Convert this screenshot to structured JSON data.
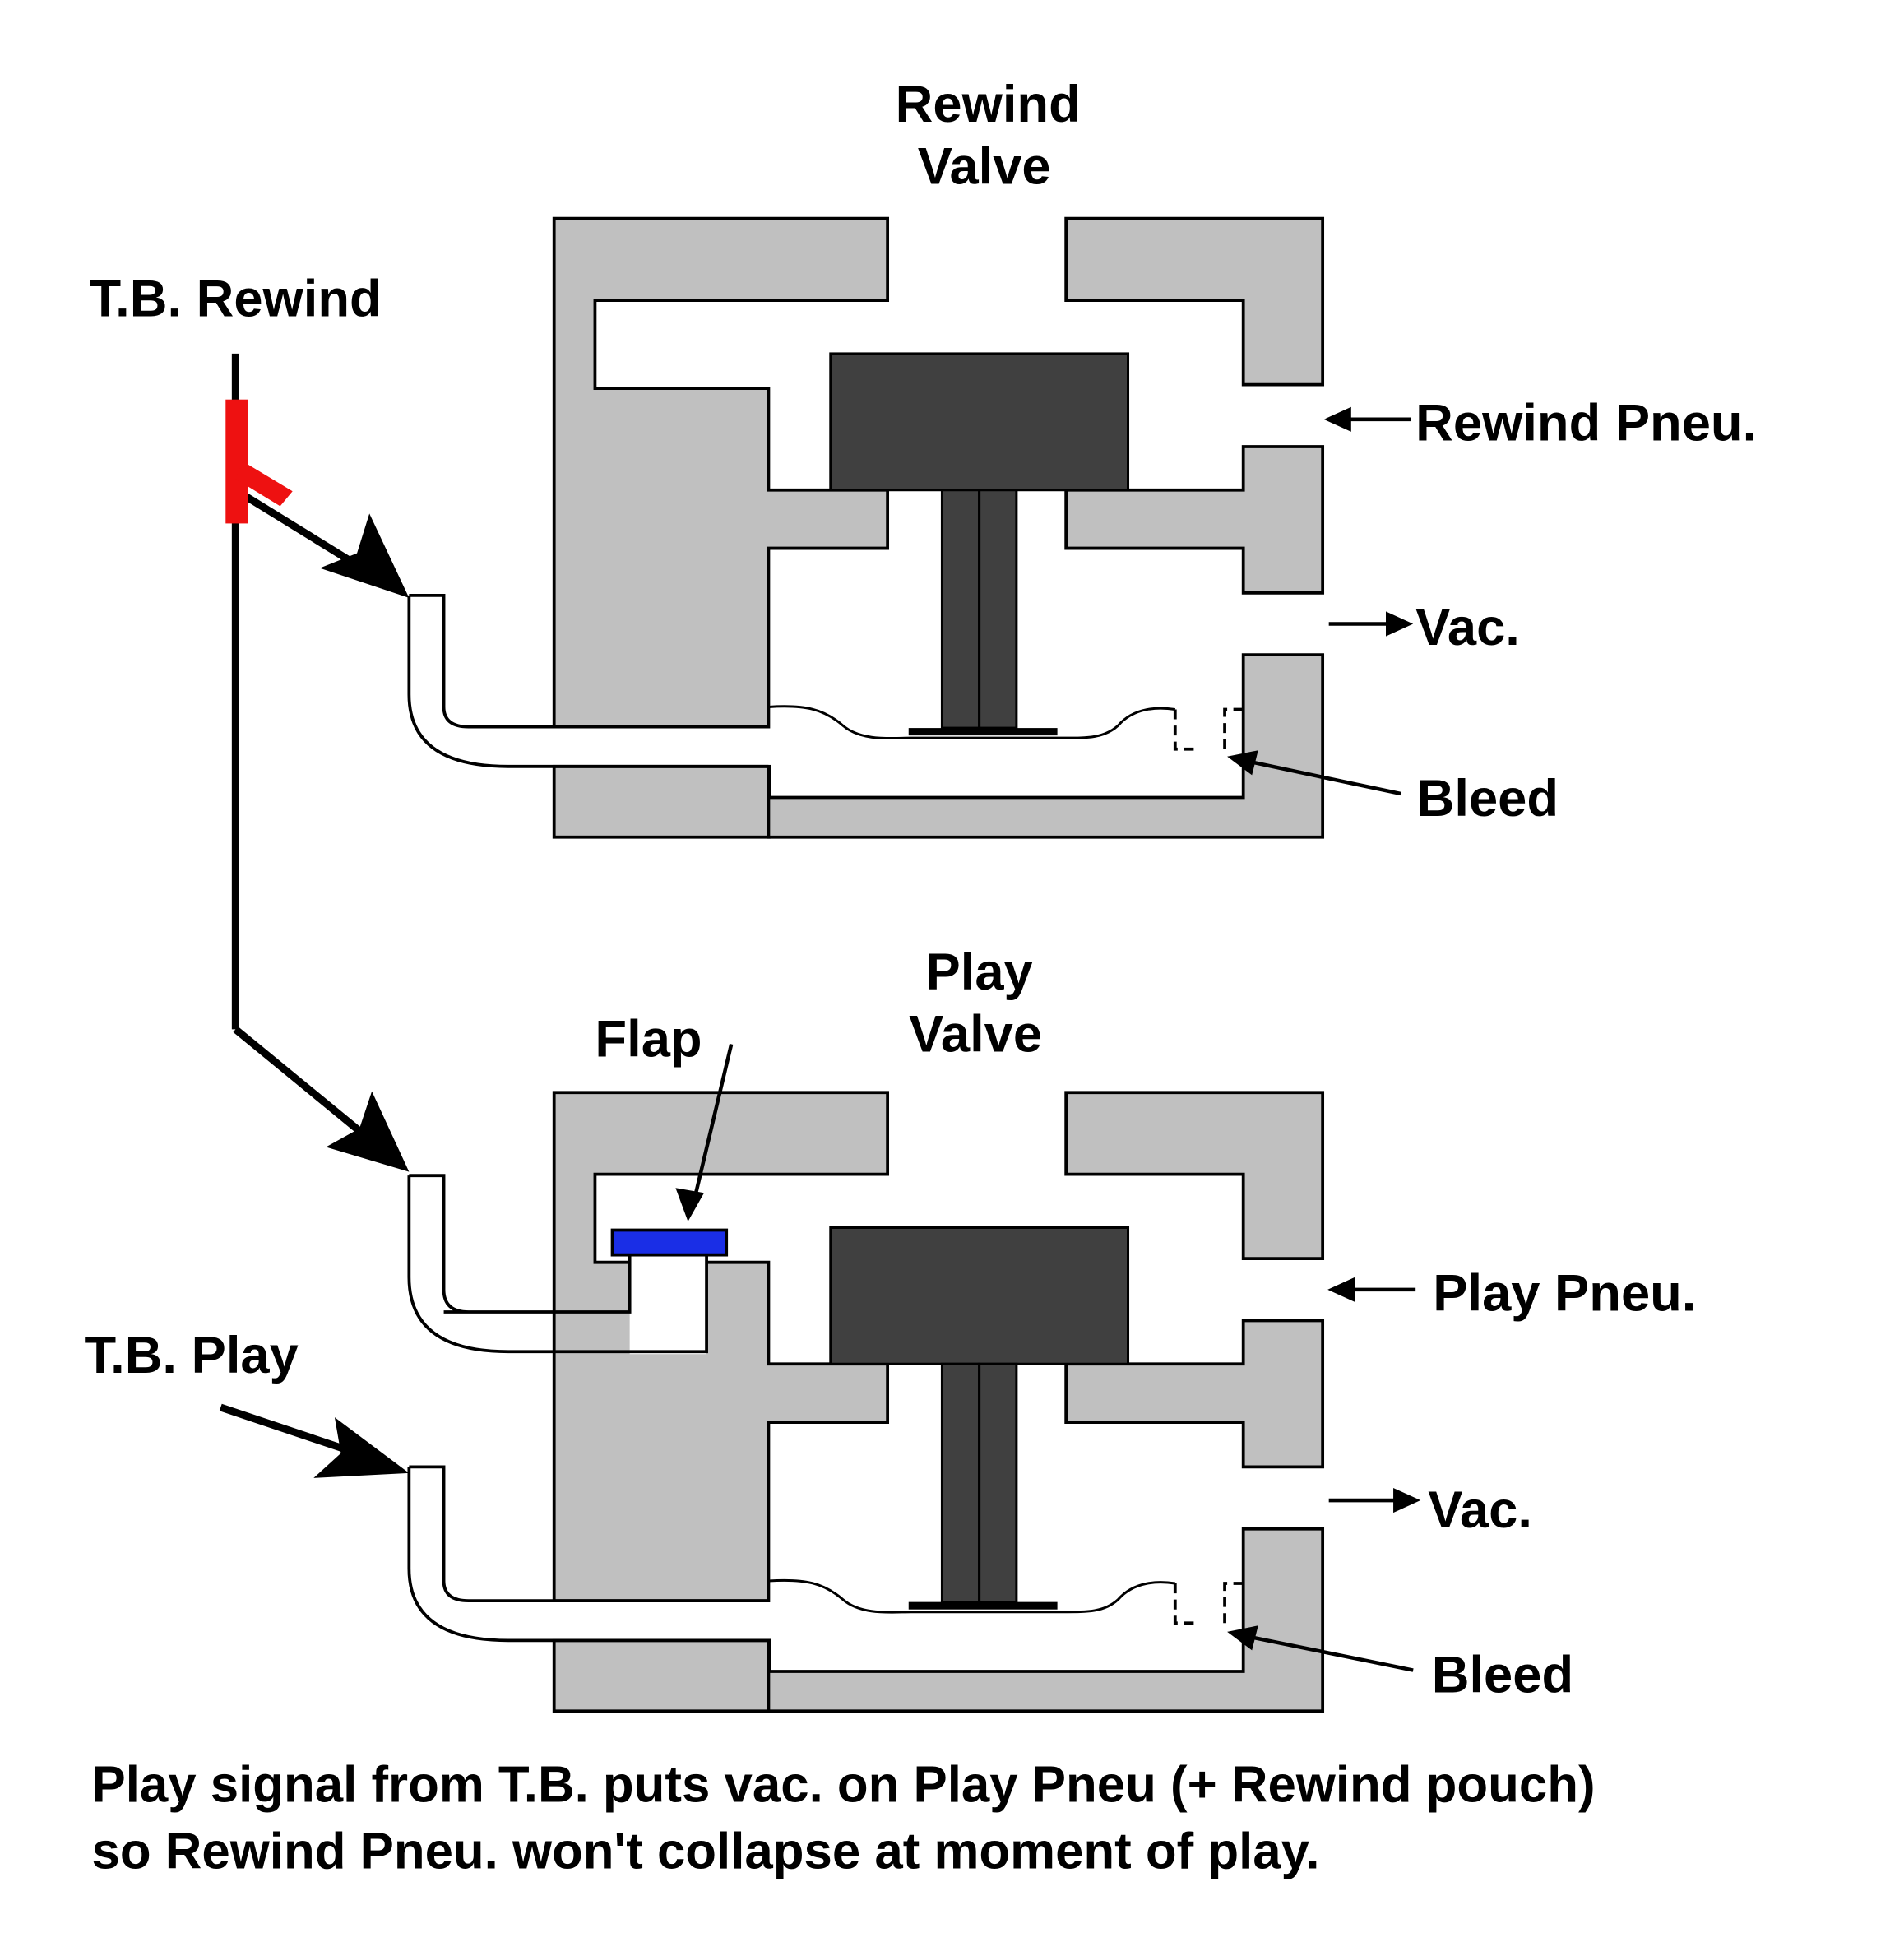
{
  "colors": {
    "body": "#c0c0c0",
    "piston": "#404040",
    "flap": "#1a2ee6",
    "tee": "#ee1111",
    "stroke": "#000000",
    "background": "#ffffff"
  },
  "labels": {
    "rewind_valve_line1": "Rewind",
    "rewind_valve_line2": "Valve",
    "tb_rewind": "T.B. Rewind",
    "rewind_pneu": "Rewind Pneu.",
    "vac_top": "Vac.",
    "bleed_top": "Bleed",
    "play_valve_line1": "Play",
    "play_valve_line2": "Valve",
    "flap": "Flap",
    "play_pneu": "Play Pneu.",
    "tb_play": "T.B. Play",
    "vac_bottom": "Vac.",
    "bleed_bottom": "Bleed"
  },
  "caption": {
    "line1": "Play signal from T.B. puts vac. on Play Pneu (+ Rewind pouch)",
    "line2": "so Rewind Pneu. won't collapse at moment of play."
  }
}
